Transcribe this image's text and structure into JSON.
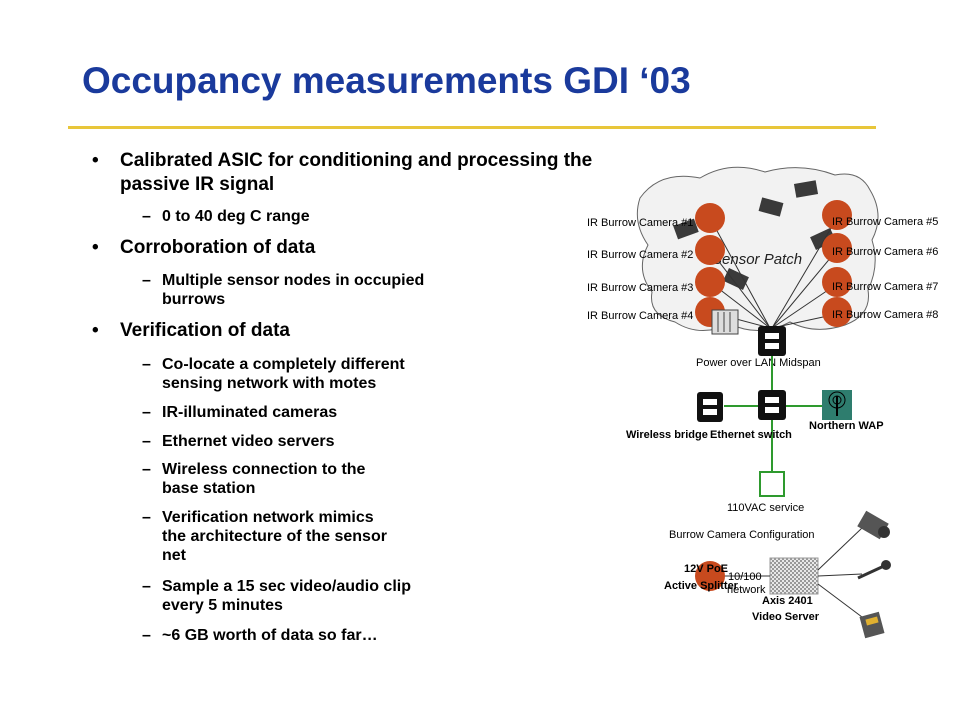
{
  "title": "Occupancy measurements GDI ‘03",
  "bullets": [
    {
      "text": "Calibrated ASIC for conditioning and processing the",
      "cont": "passive IR signal",
      "subs": [
        {
          "text": "0 to 40 deg C range"
        }
      ]
    },
    {
      "text": "Corroboration of data",
      "subs": [
        {
          "text": "Multiple sensor nodes in occupied",
          "cont": "burrows"
        }
      ]
    },
    {
      "text": "Verification of data",
      "subs": [
        {
          "text": "Co-locate a completely different",
          "cont": "sensing network with motes"
        },
        {
          "text": "IR-illuminated cameras"
        },
        {
          "text": "Ethernet video servers"
        },
        {
          "text": "Wireless connection to the",
          "cont": "base station"
        },
        {
          "text": "Verification network mimics",
          "cont": "the architecture of the sensor",
          "cont2": "net"
        },
        {
          "text": "Sample a 15 sec video/audio clip",
          "cont": "every 5 minutes"
        },
        {
          "text": "~6 GB worth of data so far…"
        }
      ]
    }
  ],
  "diagram": {
    "sensor_patch_label": "Sensor Patch",
    "cameras_left": [
      "IR Burrow Camera #1",
      "IR Burrow Camera #2",
      "IR Burrow Camera #3",
      "IR Burrow Camera #4"
    ],
    "cameras_right": [
      "IR Burrow Camera #5",
      "IR Burrow Camera #6",
      "IR Burrow Camera #7",
      "IR Burrow Camera #8"
    ],
    "poe_midspan": "Power over LAN Midspan",
    "wireless_bridge": "Wireless bridge",
    "ethernet_switch": "Ethernet switch",
    "northern_wap": "Northern WAP",
    "vac_service": "110VAC service",
    "burrow_config": "Burrow Camera Configuration",
    "poe_splitter_1": "12V PoE",
    "poe_splitter_2": "Active Splitter",
    "network_1": "10/100",
    "network_2": "network",
    "axis_1": "Axis 2401",
    "axis_2": "Video Server"
  },
  "colors": {
    "title": "#1a3a9c",
    "rule": "#e8c63a",
    "camera": "#c84a1e"
  }
}
